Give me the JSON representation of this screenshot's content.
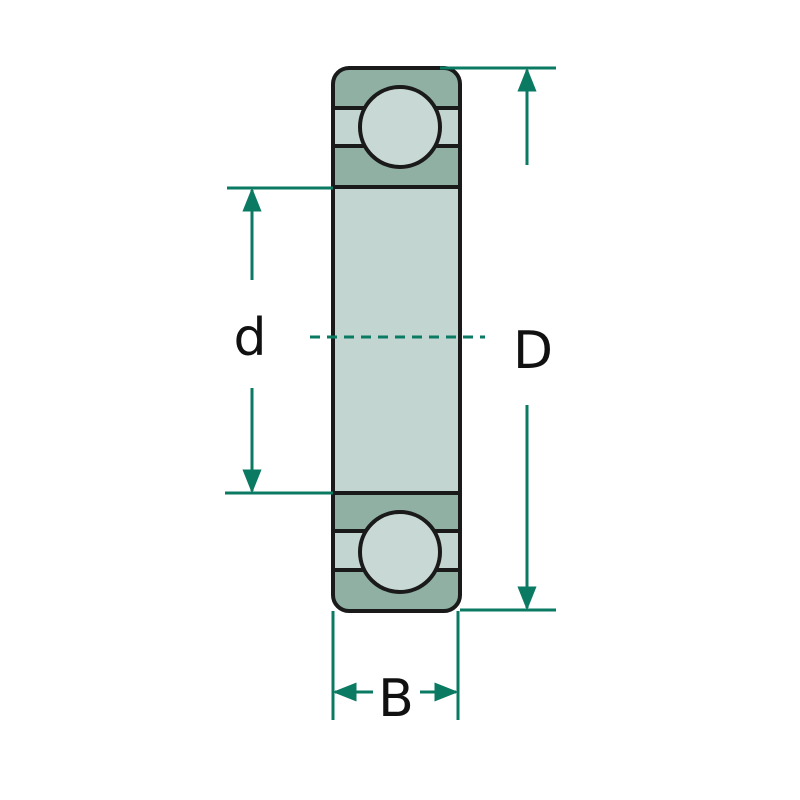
{
  "labels": {
    "outer_diameter": "D",
    "inner_diameter": "d",
    "width": "B"
  },
  "colors": {
    "dimension": "#0b7a63",
    "ring_dark": "#8fb0a3",
    "ring_light": "#c3d5d1",
    "outline": "#1a1a1a"
  }
}
